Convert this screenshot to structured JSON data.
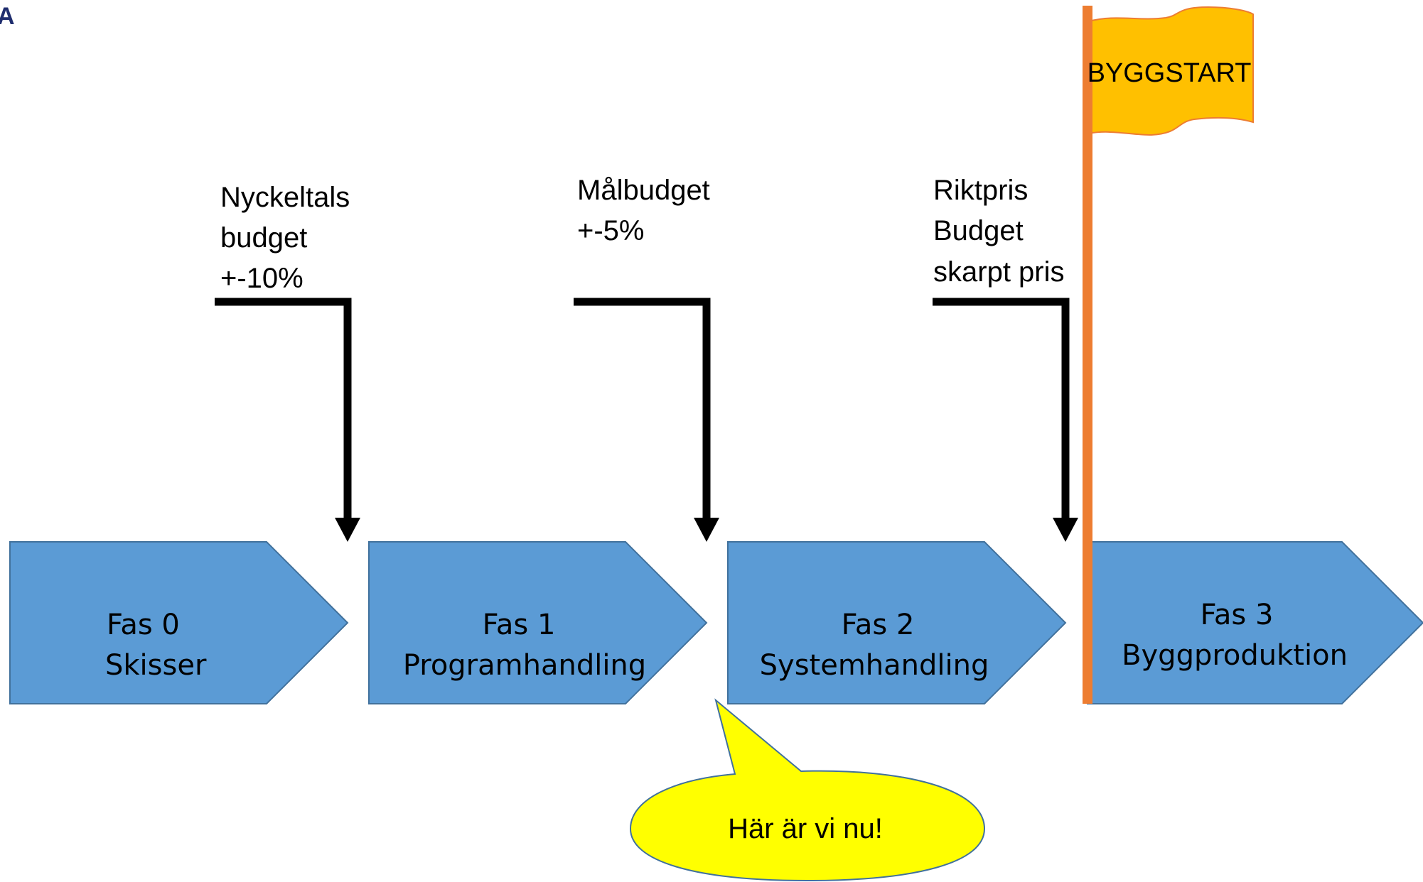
{
  "corner_mark": "A",
  "milestones": [
    {
      "lines": [
        "Nyckeltals",
        "budget",
        "+-10%"
      ]
    },
    {
      "lines": [
        "Målbudget",
        "+-5%"
      ]
    },
    {
      "lines": [
        "Riktpris",
        "Budget",
        "skarpt pris"
      ]
    }
  ],
  "phases": [
    {
      "lines": [
        "Fas 0",
        "Skisser"
      ]
    },
    {
      "lines": [
        "Fas 1",
        "Programhandling"
      ]
    },
    {
      "lines": [
        "Fas 2",
        "Systemhandling"
      ]
    },
    {
      "lines": [
        "Fas 3",
        "Byggproduktion"
      ]
    }
  ],
  "flag": {
    "label": "BYGGSTART"
  },
  "callout": {
    "text": "Här är vi nu!"
  },
  "colors": {
    "phase_fill": "#5b9bd5",
    "phase_stroke": "#41719c",
    "pole": "#ed7d31",
    "flag_fill": "#ffc000",
    "callout_fill": "#ffff00",
    "arrow": "#000000"
  }
}
